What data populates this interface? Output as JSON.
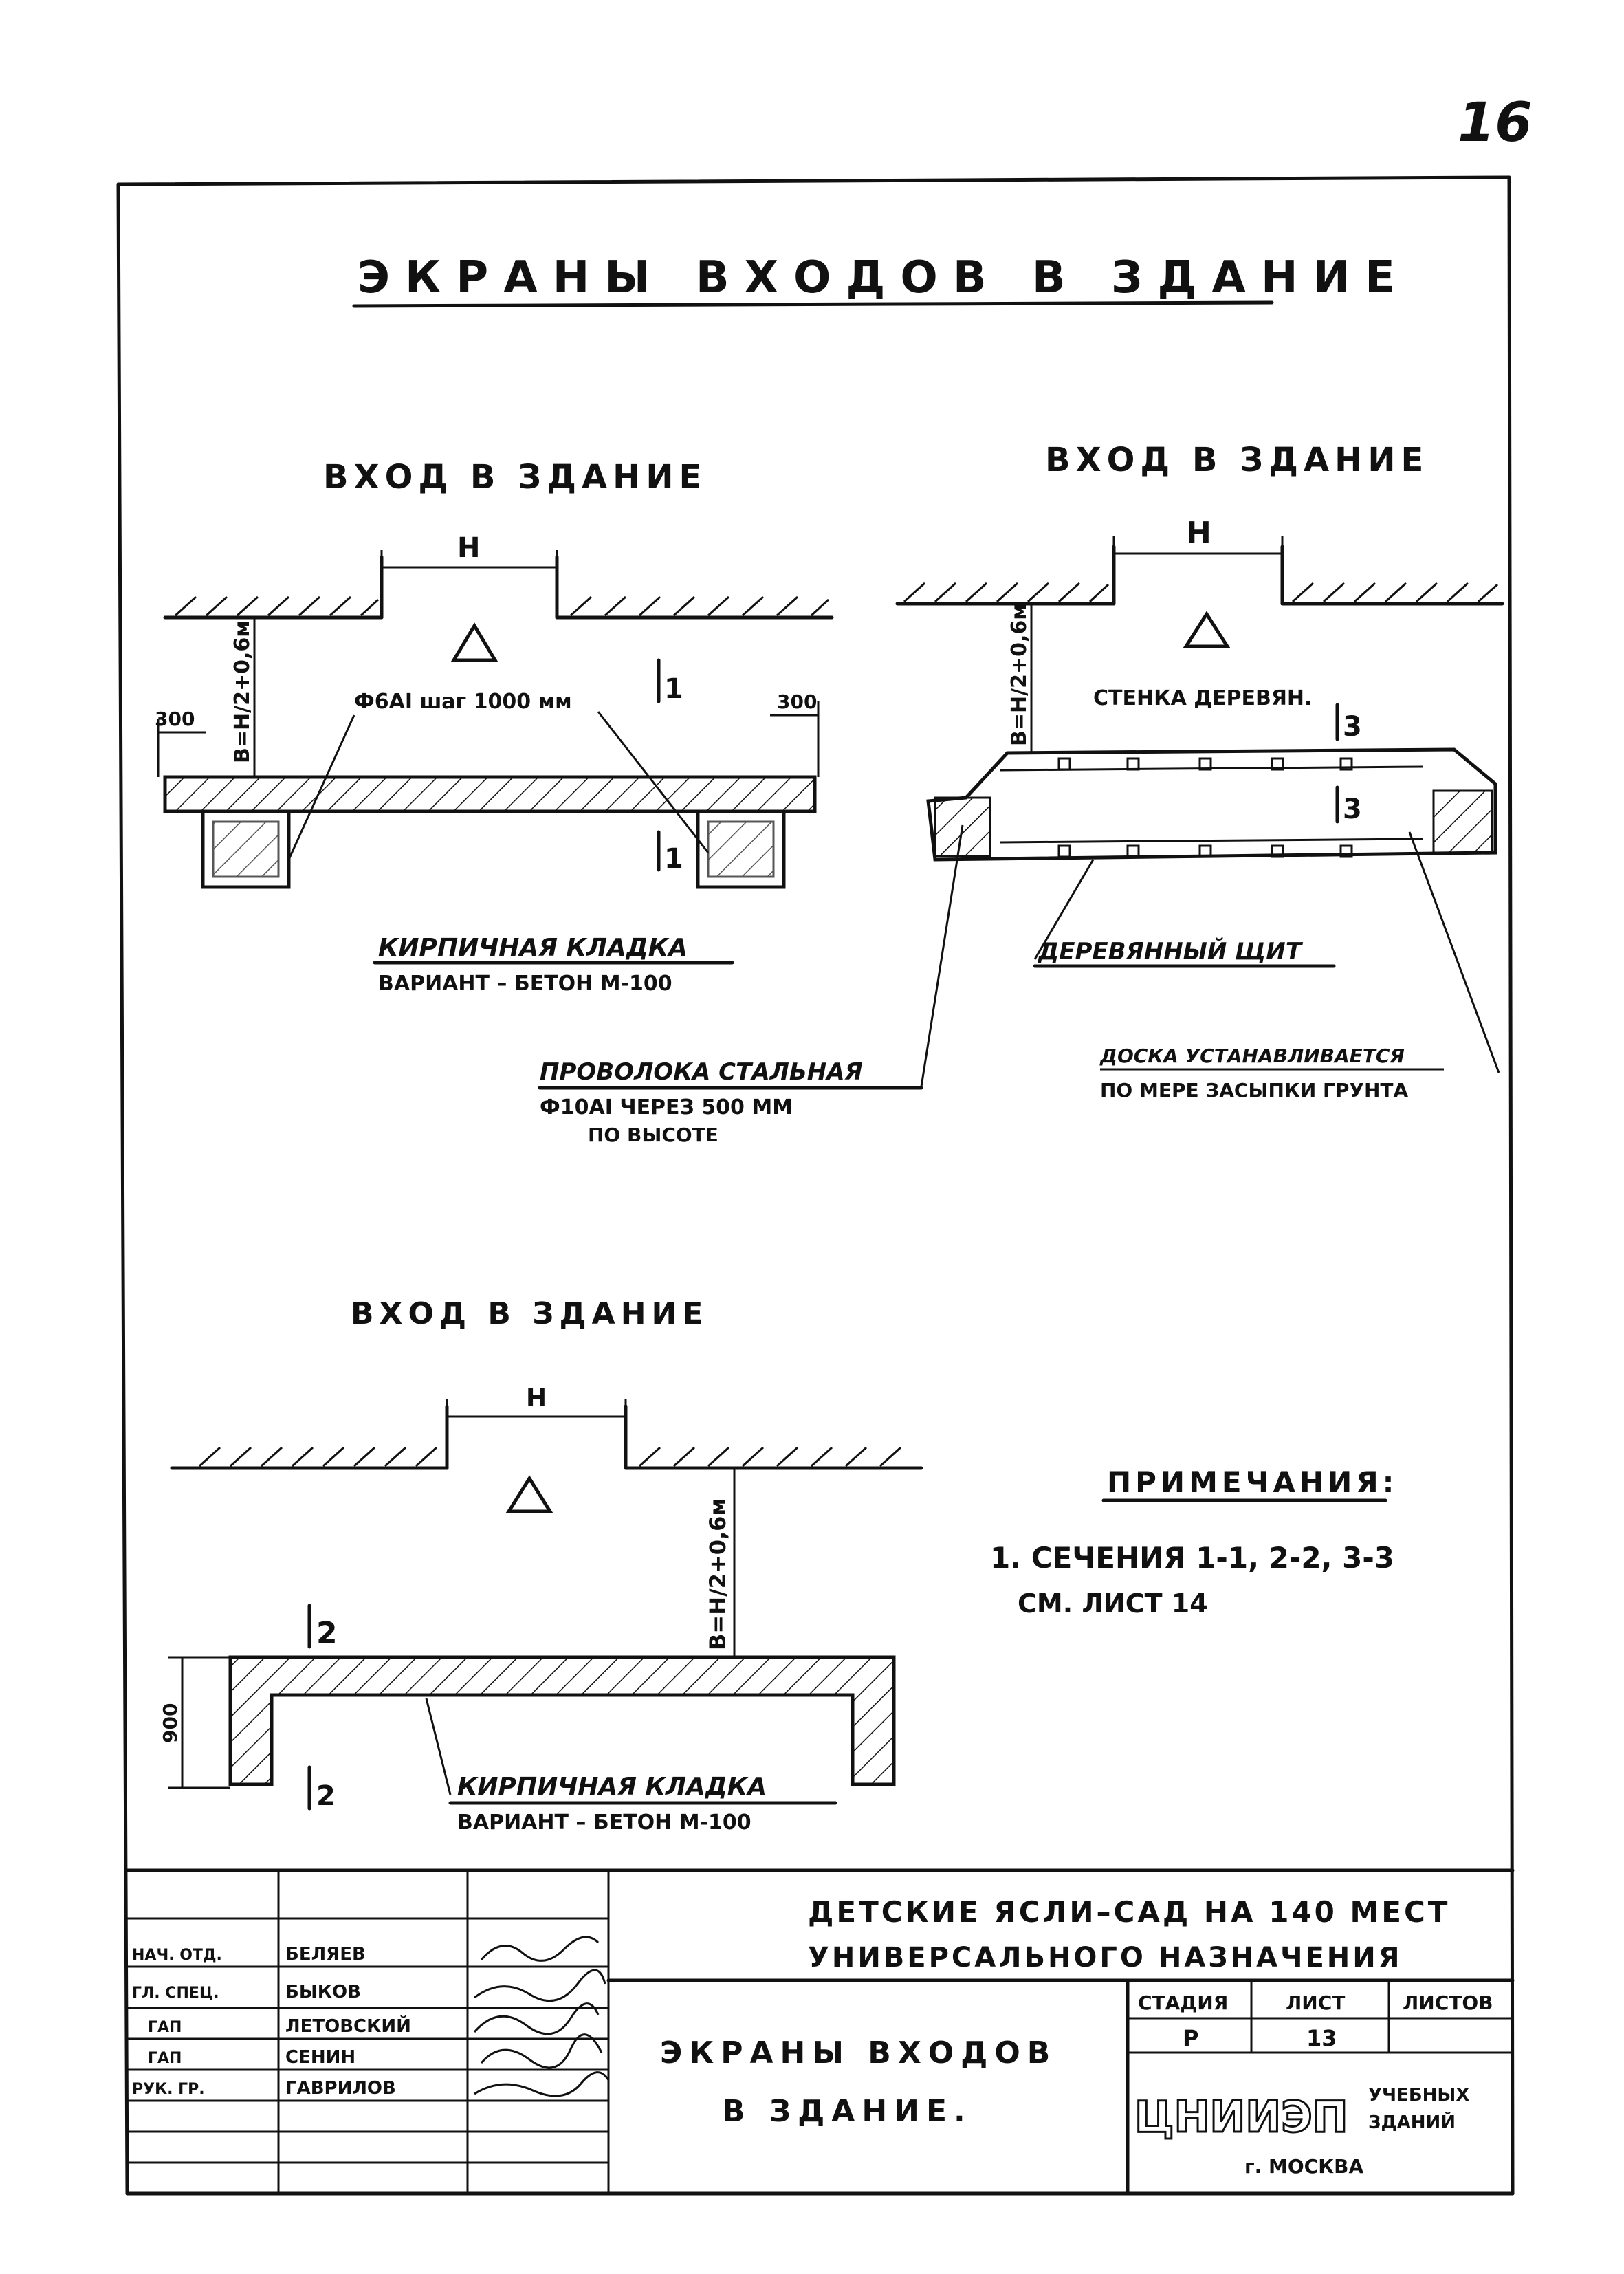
{
  "page_number": "16",
  "title": "ЭКРАНЫ ВХОДОВ В ЗДАНИЕ",
  "diagram1": {
    "heading": "ВХОД В ЗДАНИЕ",
    "dim_h": "Н",
    "dim_b": "В=Н/2+0,6м",
    "dim_300_left": "300",
    "dim_300_right": "300",
    "rebar_label": "Ф6АI шаг 1000 мм",
    "section_top": "1",
    "section_bottom": "1",
    "material": "КИРПИЧНАЯ КЛАДКА",
    "material_variant": "ВАРИАНТ – БЕТОН М-100"
  },
  "diagram2": {
    "heading": "ВХОД В ЗДАНИЕ",
    "dim_h": "Н",
    "dim_b": "В=Н/2+0,6м",
    "wall_label": "СТЕНКА ДЕРЕВЯН.",
    "section_top": "3",
    "section_bottom": "3",
    "shield_label": "ДЕРЕВЯННЫЙ ЩИТ",
    "wire_label": "ПРОВОЛОКА СТАЛЬНАЯ",
    "wire_spec": "Ф10АI ЧЕРЕЗ 500 ММ",
    "wire_spec2": "ПО ВЫСОТЕ",
    "board_label": "ДОСКА УСТАНАВЛИВАЕТСЯ",
    "board_label2": "ПО МЕРЕ ЗАСЫПКИ ГРУНТА"
  },
  "diagram3": {
    "heading": "ВХОД В ЗДАНИЕ",
    "dim_h": "Н",
    "dim_b": "В=Н/2+0,6м",
    "dim_height": "900",
    "section_top": "2",
    "section_bottom": "2",
    "material": "КИРПИЧНАЯ КЛАДКА",
    "material_variant": "ВАРИАНТ – БЕТОН М-100"
  },
  "notes": {
    "heading": "ПРИМЕЧАНИЯ:",
    "line1": "1. СЕЧЕНИЯ 1-1, 2-2, 3-3",
    "line2": "СМ. ЛИСТ 14"
  },
  "title_block": {
    "project_line1": "ДЕТСКИЕ ЯСЛИ–САД НА 140 МЕСТ",
    "project_line2": "УНИВЕРСАЛЬНОГО НАЗНАЧЕНИЯ",
    "drawing_title_line1": "ЭКРАНЫ ВХОДОВ",
    "drawing_title_line2": "В ЗДАНИЕ.",
    "stage_header": "СТАДИЯ",
    "sheet_header": "ЛИСТ",
    "sheets_header": "ЛИСТОВ",
    "stage_value": "Р",
    "sheet_value": "13",
    "org_name": "ЦНИИЭП",
    "org_line1": "УЧЕБНЫХ",
    "org_line2": "ЗДАНИЙ",
    "org_city": "г. МОСКВА",
    "roles": [
      "НАЧ. ОТД.",
      "ГЛ. СПЕЦ.",
      "ГАП",
      "ГАП",
      "РУК. ГР."
    ],
    "names": [
      "БЕЛЯЕВ",
      "БЫКОВ",
      "ЛЕТОВСКИЙ",
      "СЕНИН",
      "ГАВРИЛОВ"
    ]
  }
}
